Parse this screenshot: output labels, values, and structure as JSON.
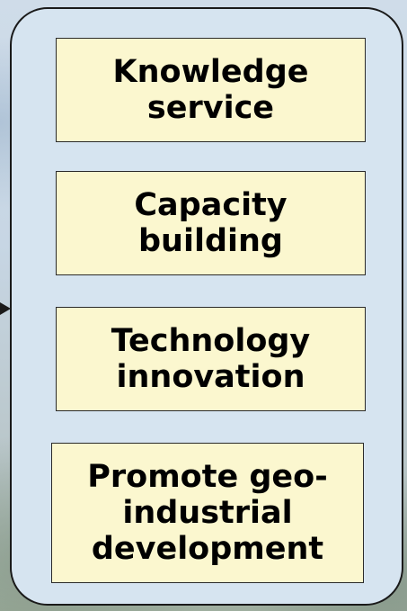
{
  "boxes": [
    {
      "line1": "Knowledge",
      "line2": "service"
    },
    {
      "line1": "Capacity",
      "line2": "building"
    },
    {
      "line1": "Technology",
      "line2": "innovation"
    },
    {
      "line1": "Promote geo-",
      "line2": "industrial",
      "line3": "development"
    }
  ],
  "colors": {
    "box_fill": "#fbf7cf",
    "panel_fill": "#d6e4f0",
    "border": "#1a1a1a"
  }
}
